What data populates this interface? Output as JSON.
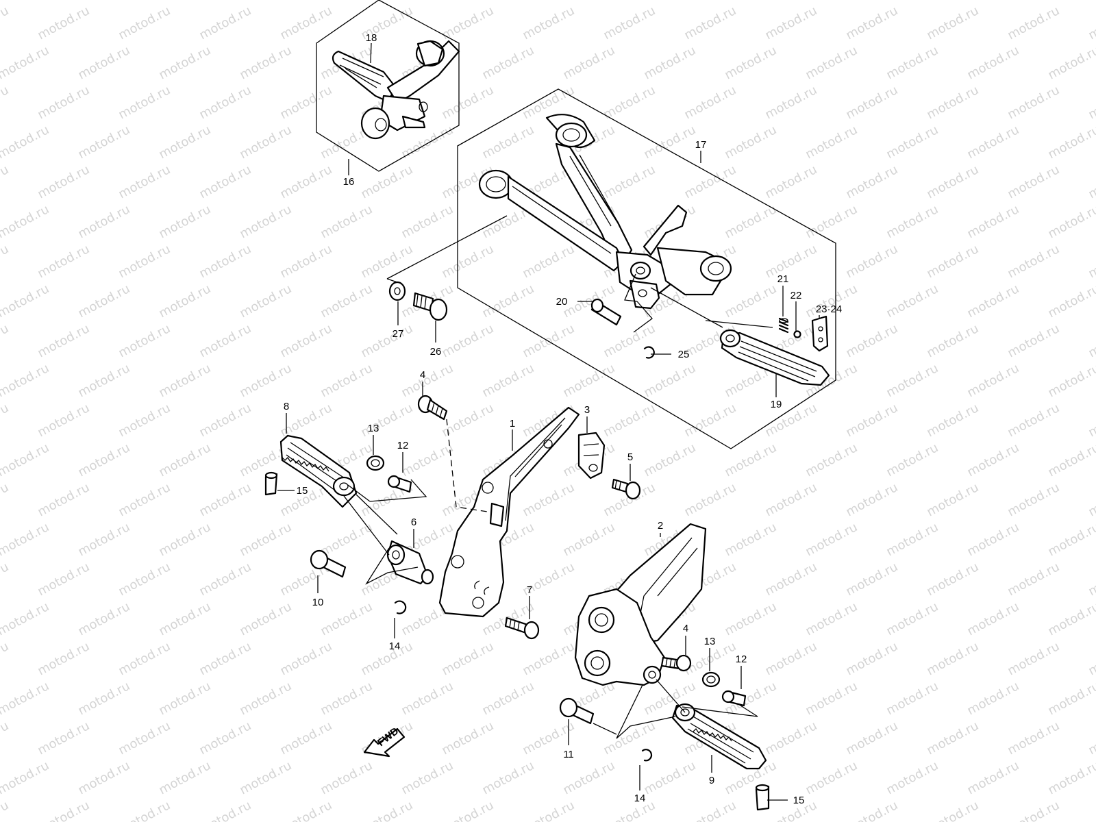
{
  "watermark": "motod.ru",
  "fwd_label": "FWD",
  "callouts": [
    {
      "id": "c1",
      "text": "1"
    },
    {
      "id": "c2",
      "text": "2"
    },
    {
      "id": "c3",
      "text": "3"
    },
    {
      "id": "c4a",
      "text": "4"
    },
    {
      "id": "c4b",
      "text": "4"
    },
    {
      "id": "c5",
      "text": "5"
    },
    {
      "id": "c6",
      "text": "6"
    },
    {
      "id": "c7",
      "text": "7"
    },
    {
      "id": "c8",
      "text": "8"
    },
    {
      "id": "c9",
      "text": "9"
    },
    {
      "id": "c10",
      "text": "10"
    },
    {
      "id": "c11",
      "text": "11"
    },
    {
      "id": "c12a",
      "text": "12"
    },
    {
      "id": "c12b",
      "text": "12"
    },
    {
      "id": "c13a",
      "text": "13"
    },
    {
      "id": "c13b",
      "text": "13"
    },
    {
      "id": "c14a",
      "text": "14"
    },
    {
      "id": "c14b",
      "text": "14"
    },
    {
      "id": "c15a",
      "text": "15"
    },
    {
      "id": "c15b",
      "text": "15"
    },
    {
      "id": "c16",
      "text": "16"
    },
    {
      "id": "c17",
      "text": "17"
    },
    {
      "id": "c18",
      "text": "18"
    },
    {
      "id": "c19",
      "text": "19"
    },
    {
      "id": "c20",
      "text": "20"
    },
    {
      "id": "c21",
      "text": "21"
    },
    {
      "id": "c22",
      "text": "22"
    },
    {
      "id": "c23",
      "text": "23·24"
    },
    {
      "id": "c25",
      "text": "25"
    },
    {
      "id": "c26",
      "text": "26"
    },
    {
      "id": "c27",
      "text": "27"
    }
  ]
}
